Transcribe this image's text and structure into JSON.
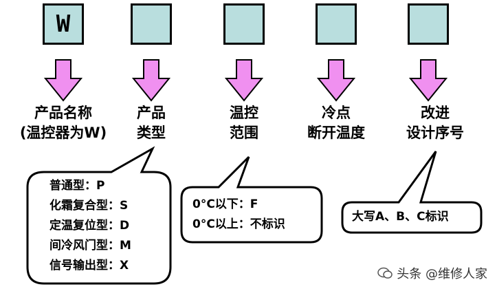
{
  "boxes": [
    {
      "letter": "W"
    },
    {
      "letter": ""
    },
    {
      "letter": ""
    },
    {
      "letter": ""
    },
    {
      "letter": ""
    }
  ],
  "labels": [
    {
      "line1": "产品名称",
      "line2": "(温控器为W)"
    },
    {
      "line1": "产品",
      "line2": "类型"
    },
    {
      "line1": "温控",
      "line2": "范围"
    },
    {
      "line1": "冷点",
      "line2": "断开温度"
    },
    {
      "line1": "改进",
      "line2": "设计序号"
    }
  ],
  "callouts": {
    "product_type": [
      "普通型：P",
      "化霜复合型：S",
      "定温复位型：D",
      "间冷风门型：M",
      "信号输出型：X"
    ],
    "temp_range": [
      "0°C以下：F",
      "0°C以上：不标识"
    ],
    "design_no": [
      "大写A、B、C标识"
    ]
  },
  "watermark": {
    "text": "头条 @维修人家"
  },
  "colors": {
    "box_fill": "#b9dede",
    "arrow_fill": "#f090f0",
    "outline": "#000000"
  }
}
